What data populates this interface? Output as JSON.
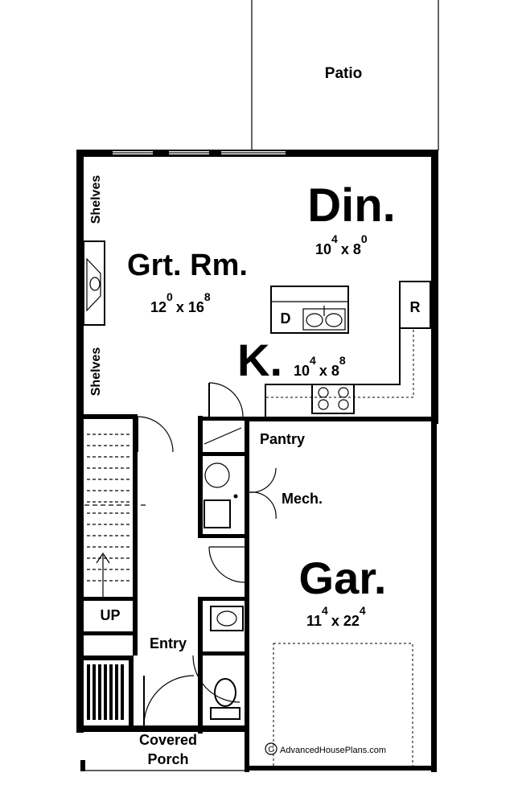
{
  "rooms": {
    "patio": "Patio",
    "dining": {
      "name": "Din.",
      "w_ft": "10",
      "w_in": "4",
      "times": "x",
      "l_ft": "8",
      "l_in": "0"
    },
    "great_room": {
      "name": "Grt. Rm.",
      "w_ft": "12",
      "w_in": "0",
      "times": "x",
      "l_ft": "16",
      "l_in": "8"
    },
    "kitchen": {
      "name": "K.",
      "w_ft": "10",
      "w_in": "4",
      "times": "x",
      "l_ft": "8",
      "l_in": "8"
    },
    "garage": {
      "name": "Gar.",
      "w_ft": "11",
      "w_in": "4",
      "times": "x",
      "l_ft": "22",
      "l_in": "4"
    },
    "pantry": "Pantry",
    "mech": "Mech.",
    "entry": "Entry",
    "covered_porch": [
      "Covered",
      "Porch"
    ]
  },
  "labels": {
    "shelves": "Shelves",
    "up": "UP",
    "refrigerator": "R",
    "dishwasher": "D"
  },
  "watermark": {
    "symbol": "C",
    "text": "AdvancedHousePlans.com"
  }
}
